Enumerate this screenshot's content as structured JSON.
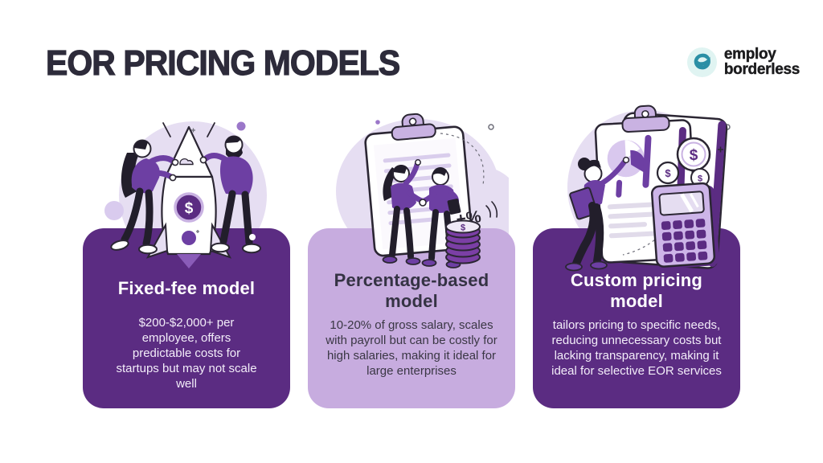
{
  "header": {
    "title": "EOR PRICING MODELS"
  },
  "brand": {
    "line1": "employ",
    "line2": "borderless",
    "icon": "e-swirl-icon",
    "icon_color": "#2b8fa5",
    "icon_bg": "#e0f4f2"
  },
  "colors": {
    "dark_card": "#5b2c82",
    "light_card": "#c7acdf",
    "heading": "#2d2b3a",
    "lavender_blob": "#e6def2",
    "figure_purple": "#6d3fa3",
    "outline": "#2b2633"
  },
  "cards": [
    {
      "title": "Fixed-fee model",
      "body": "$200-$2,000+ per employee, offers predictable costs for startups but may not scale well",
      "style": "dark",
      "illustration": "team-launching-dollar-rocket"
    },
    {
      "title": "Percentage-based model",
      "body": "10-20% of gross salary, scales with payroll but can be costly for high salaries, making it ideal for large enterprises",
      "style": "light",
      "illustration": "handshake-contract-with-coins"
    },
    {
      "title": "Custom pricing model",
      "body": "tailors pricing to specific needs, reducing unnecessary costs but lacking transparency, making it ideal for selective EOR services",
      "style": "dark",
      "illustration": "analyst-report-with-calculator"
    }
  ],
  "illustrations": {
    "rocket_dollar": "$",
    "percent_badge": "+%",
    "stack_coin_dollar": "$",
    "coin_dollars": [
      "$",
      "$",
      "$"
    ]
  }
}
